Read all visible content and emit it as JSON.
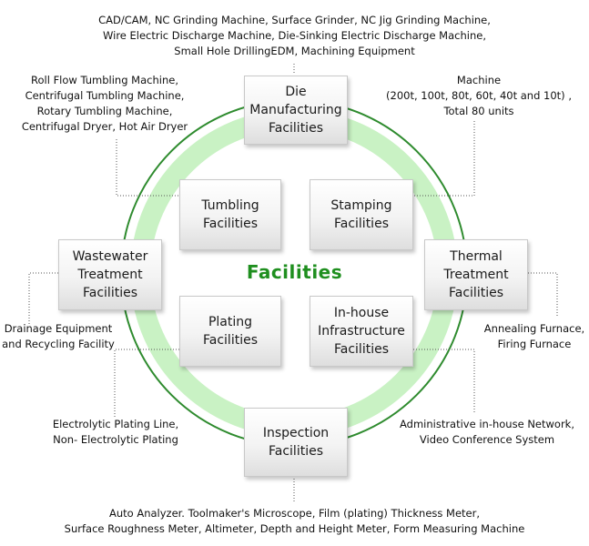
{
  "center_title": "Facilities",
  "boxes": {
    "die": "Die\nManufacturing\nFacilities",
    "tumbling": "Tumbling\nFacilities",
    "stamping": "Stamping\nFacilities",
    "wastewater": "Wastewater\nTreatment\nFacilities",
    "thermal": "Thermal\nTreatment\nFacilities",
    "plating": "Plating\nFacilities",
    "infrastructure": "In-house\nInfrastructure\nFacilities",
    "inspection": "Inspection\nFacilities"
  },
  "notes": {
    "die": "CAD/CAM, NC Grinding Machine, Surface Grinder, NC Jig Grinding Machine,\nWire Electric Discharge Machine, Die-Sinking Electric Discharge Machine,\nSmall Hole DrillingEDM, Machining Equipment",
    "tumbling": "Roll Flow Tumbling Machine,\nCentrifugal Tumbling Machine,\nRotary Tumbling Machine,\nCentrifugal Dryer, Hot Air Dryer",
    "stamping": "Machine\n(200t, 100t, 80t, 60t, 40t and 10t) ,\nTotal 80 units",
    "wastewater": "Drainage Equipment\nand Recycling Facility",
    "thermal": "Annealing Furnace,\nFiring Furnace",
    "plating": "Electrolytic Plating Line,\nNon- Electrolytic Plating",
    "infrastructure": "Administrative in-house Network,\nVideo Conference System",
    "inspection": "Auto Analyzer. Toolmaker's Microscope, Film (plating) Thickness Meter,\nSurface Roughness Meter, Altimeter, Depth and Height Meter, Form Measuring Machine"
  },
  "colors": {
    "ring_outer": "#2e8b2e",
    "ring_band": "#c9f2c4",
    "title": "#1f8f1f",
    "connector": "#555555"
  }
}
